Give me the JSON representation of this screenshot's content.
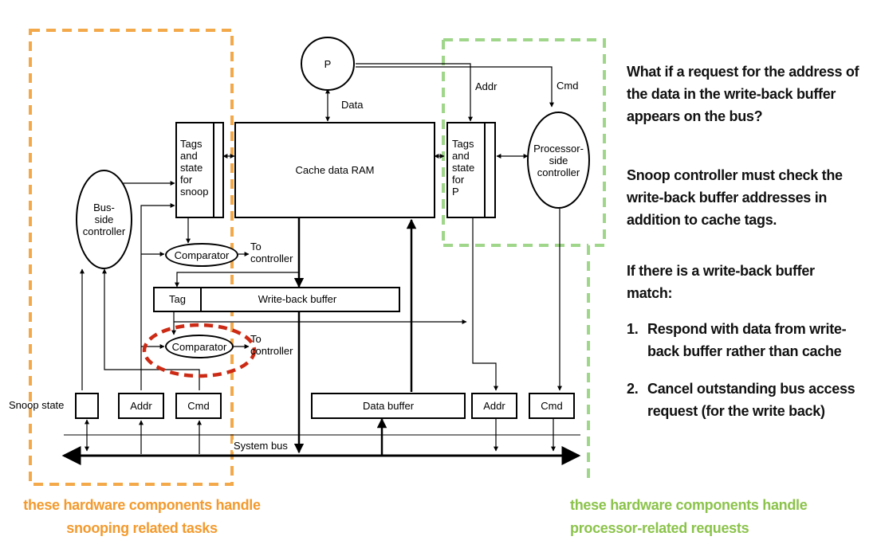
{
  "colors": {
    "snoop_region": "#f3a94a",
    "processor_region": "#9fd68a",
    "highlight_ring": "#cc2a14",
    "orange_caption": "#f39a2d",
    "green_caption": "#8bc34a"
  },
  "diagram": {
    "processor": "P",
    "data_label": "Data",
    "addr_label": "Addr",
    "cmd_label": "Cmd",
    "tags_snoop": "Tags\nand\nstate\nfor\nsnoop",
    "cache_ram": "Cache data RAM",
    "tags_p": "Tags\nand\nstate\nfor\nP",
    "proc_controller": "Processor-\nside\ncontroller",
    "bus_controller": "Bus-\nside\ncontroller",
    "comparator_top": "Comparator",
    "comparator_bottom": "Comparator",
    "to_controller_top": "To\ncontroller",
    "to_controller_bottom": "To\ncontroller",
    "wb_tag": "Tag",
    "wb_buffer": "Write-back buffer",
    "snoop_state": "Snoop state",
    "bus_addr": "Addr",
    "bus_cmd": "Cmd",
    "data_buffer": "Data buffer",
    "proc_addr": "Addr",
    "proc_cmd": "Cmd",
    "system_bus": "System bus"
  },
  "side_text": {
    "question": "What if a request for the address of the data in the write-back buffer appears on the bus?",
    "answer": "Snoop controller must check the write-back buffer addresses in addition to cache tags.",
    "match_heading": "If there is a write-back buffer match:",
    "steps": [
      {
        "num": "1.",
        "text": "Respond with data from write-back buffer rather than cache"
      },
      {
        "num": "2.",
        "text": "Cancel outstanding bus access request (for the write back)"
      }
    ]
  },
  "captions": {
    "snoop": "these hardware components handle\nsnooping related tasks",
    "processor": "these hardware components handle\nprocessor-related requests"
  }
}
